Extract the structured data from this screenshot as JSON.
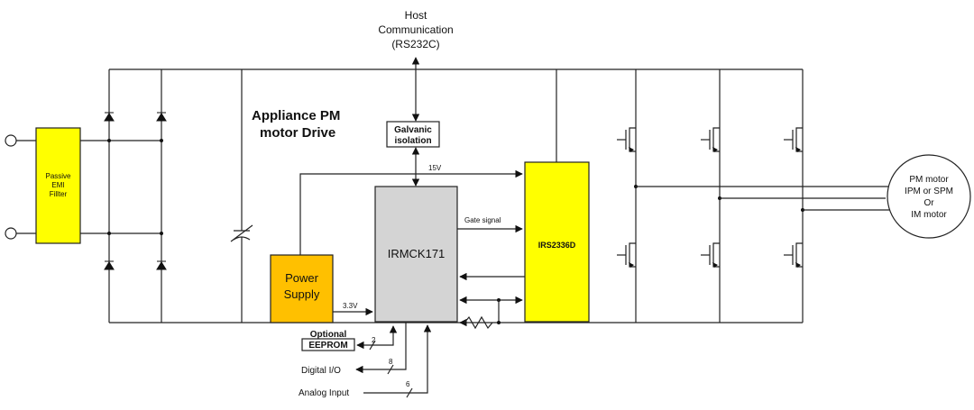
{
  "title": {
    "line1": "Appliance PM",
    "line2": "motor Drive"
  },
  "host": {
    "line1": "Host",
    "line2": "Communication",
    "line3": "(RS232C)"
  },
  "galvanic": {
    "line1": "Galvanic",
    "line2": "isolation"
  },
  "emi": {
    "line1": "Passive",
    "line2": "EMI",
    "line3": "Fillter"
  },
  "power_supply": {
    "line1": "Power",
    "line2": "Supply"
  },
  "controller": {
    "label": "IRMCK171"
  },
  "driver": {
    "label": "IRS2336D"
  },
  "motor": {
    "line1": "PM motor",
    "line2": "IPM or SPM",
    "line3": "Or",
    "line4": "IM motor"
  },
  "signals": {
    "v15": "15V",
    "v33": "3.3V",
    "gate": "Gate signal"
  },
  "eeprom": {
    "line1": "Optional",
    "line2": "EEPROM",
    "bits": "2"
  },
  "digital_io": {
    "label": "Digital I/O",
    "bits": "8"
  },
  "analog_input": {
    "label": "Analog Input",
    "bits": "6"
  },
  "colors": {
    "yellow": "#ffff00",
    "orange": "#ffc000",
    "gray": "#d4d4d4",
    "wire": "#222222"
  }
}
